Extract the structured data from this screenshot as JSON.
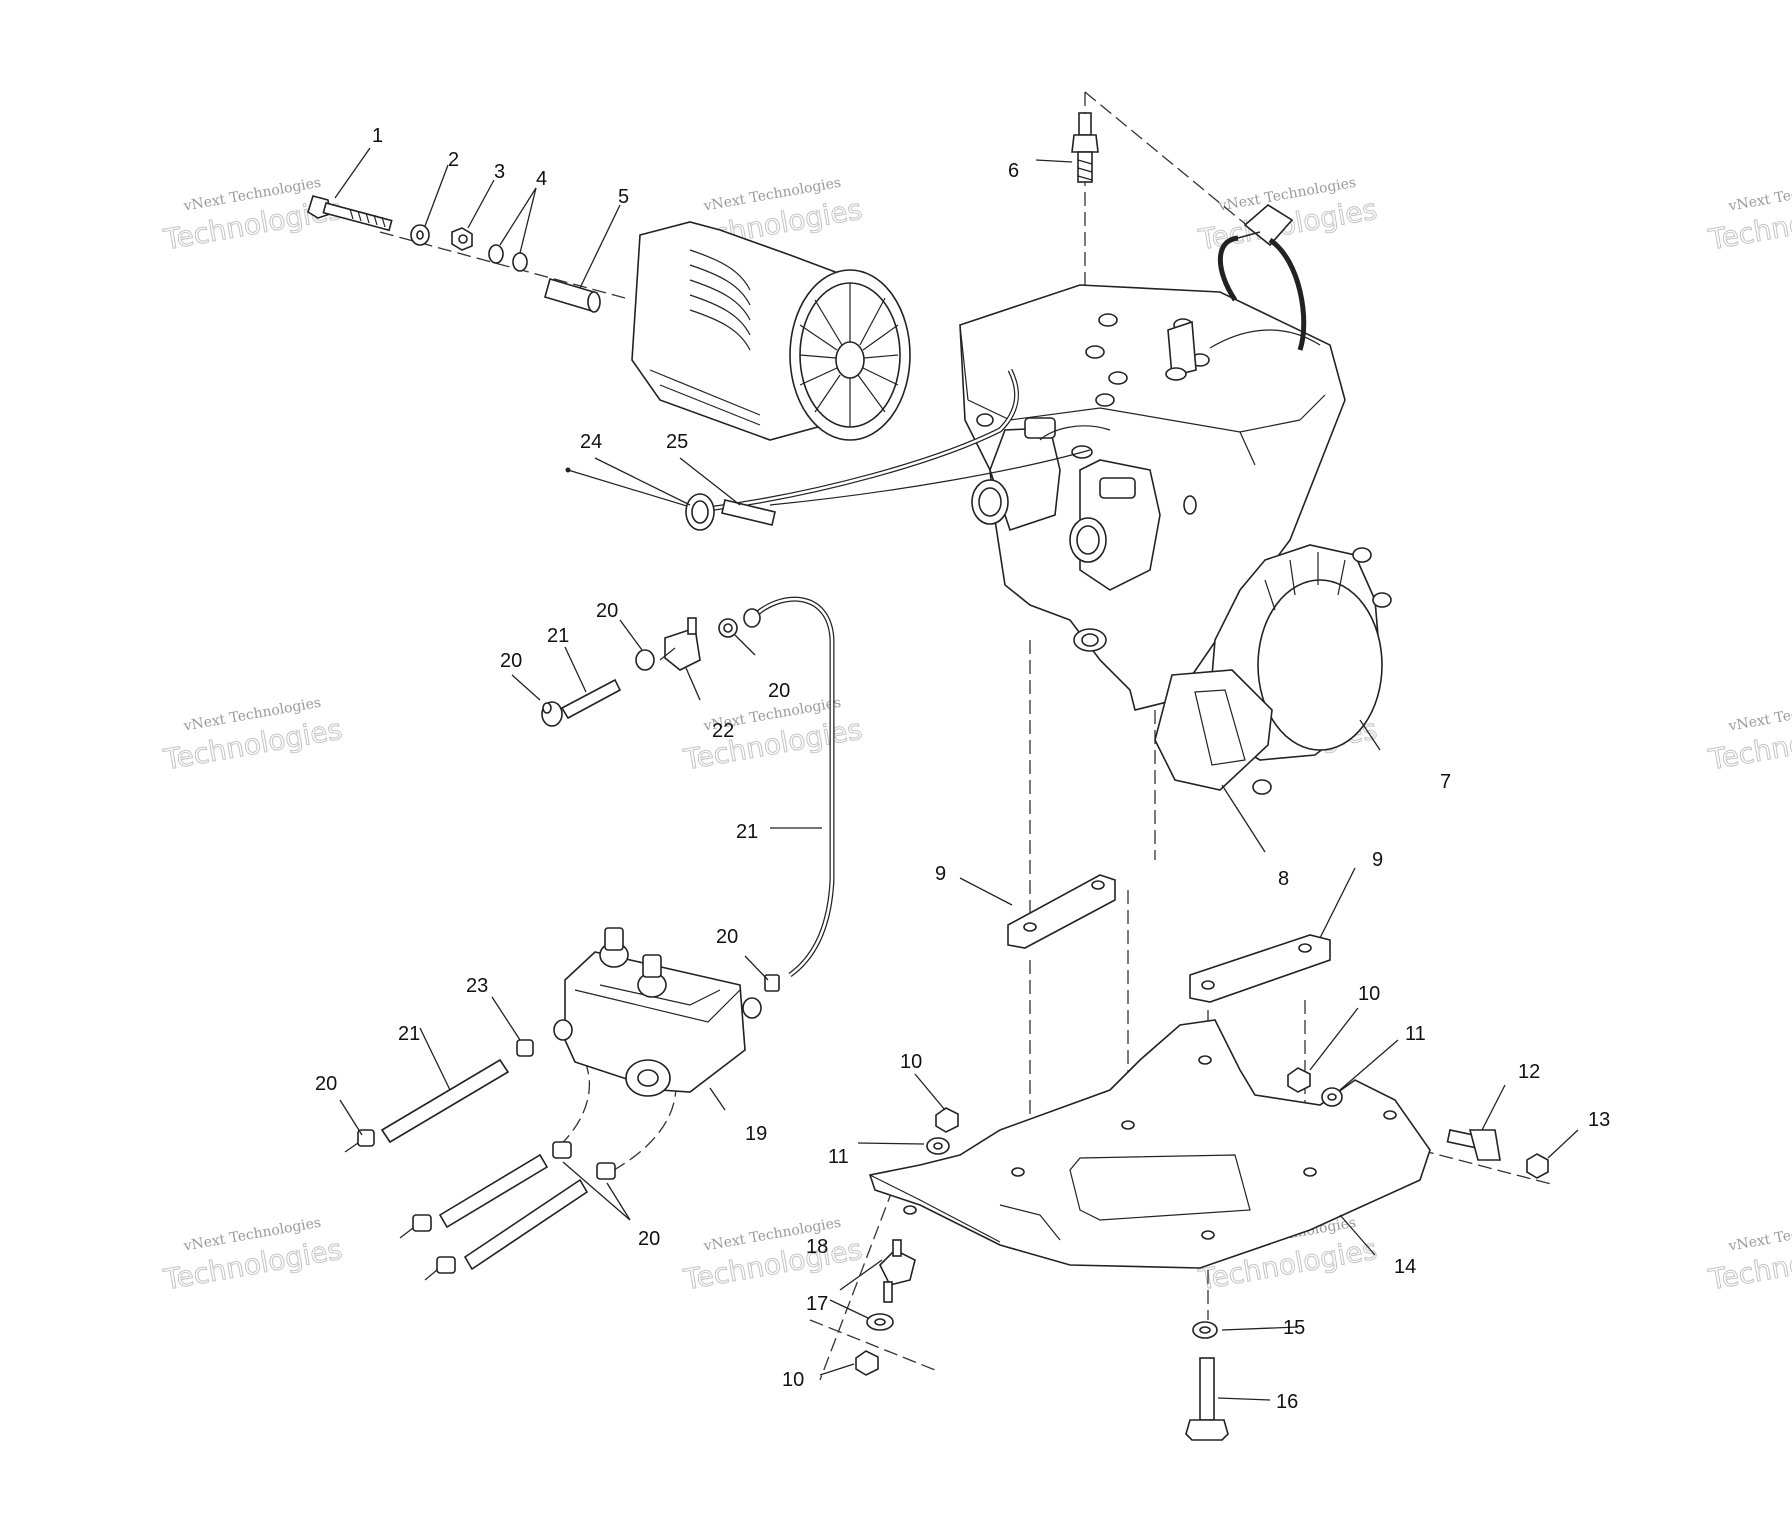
{
  "diagram": {
    "callouts": [
      "1",
      "2",
      "3",
      "4",
      "5",
      "6",
      "7",
      "8",
      "9",
      "10",
      "11",
      "12",
      "13",
      "14",
      "15",
      "16",
      "17",
      "18",
      "19",
      "20",
      "21",
      "22",
      "23",
      "24",
      "25"
    ],
    "watermark": {
      "line1": "vNext Technologies",
      "line2": "Technologies"
    }
  }
}
